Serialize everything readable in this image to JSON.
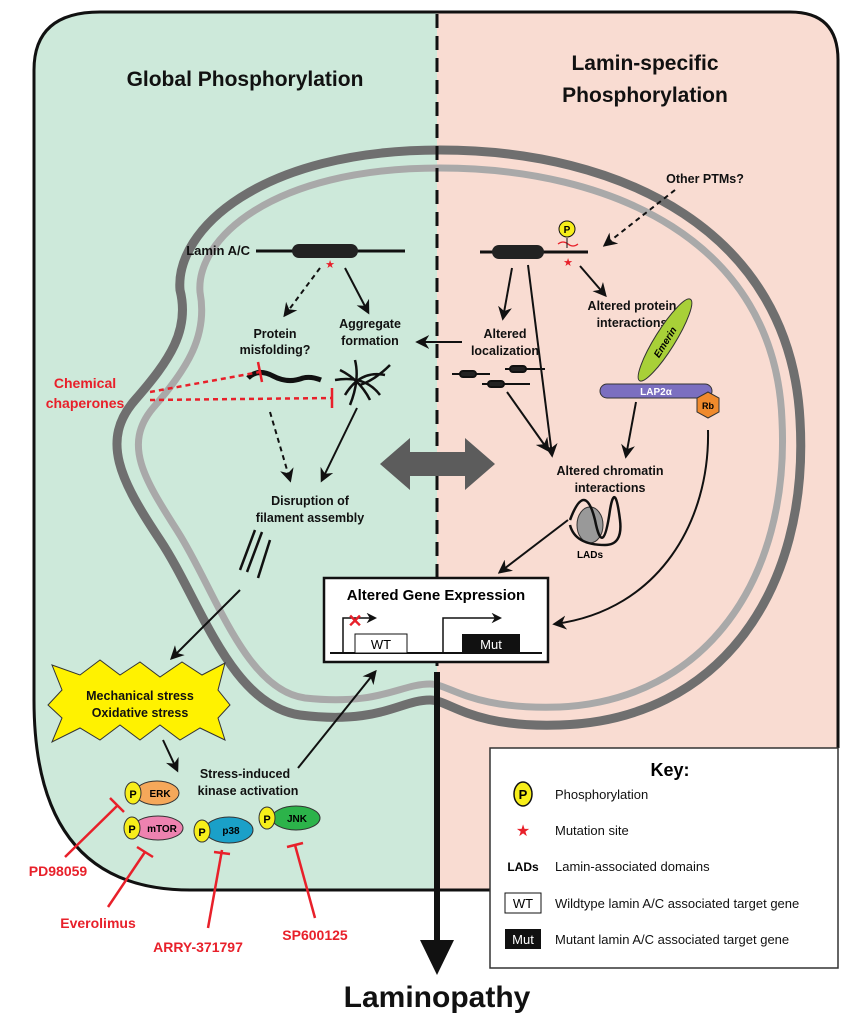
{
  "left_panel": {
    "title": "Global Phosphorylation",
    "color": "#cde9da"
  },
  "right_panel": {
    "title_line1": "Lamin-specific",
    "title_line2": "Phosphorylation",
    "color": "#f9dcd2"
  },
  "labels": {
    "other_ptms": "Other PTMs?",
    "lamin_ac": "Lamin A/C",
    "protein_misfolding_1": "Protein",
    "protein_misfolding_2": "misfolding?",
    "aggregate_1": "Aggregate",
    "aggregate_2": "formation",
    "altered_localization_1": "Altered",
    "altered_localization_2": "localization",
    "altered_protein_1": "Altered protein",
    "altered_protein_2": "interactions",
    "emerin": "Emerin",
    "lap2a": "LAP2α",
    "rb": "Rb",
    "chemical_1": "Chemical",
    "chemical_2": "chaperones",
    "chromatin_1": "Altered chromatin",
    "chromatin_2": "interactions",
    "disruption_1": "Disruption of",
    "disruption_2": "filament assembly",
    "lads": "LADs",
    "gene_expression_title": "Altered Gene Expression",
    "wt": "WT",
    "mut": "Mut",
    "stress_1": "Mechanical stress",
    "stress_2": "Oxidative stress",
    "kinase_1": "Stress-induced",
    "kinase_2": "kinase activation",
    "p": "P",
    "outcome": "Laminopathy"
  },
  "kinases": [
    {
      "name": "ERK",
      "color": "#f5a85a"
    },
    {
      "name": "mTOR",
      "color": "#ee82b0"
    },
    {
      "name": "p38",
      "color": "#1aa0c8"
    },
    {
      "name": "JNK",
      "color": "#2cb34a"
    }
  ],
  "inhibitors": [
    "PD98059",
    "Everolimus",
    "ARRY-371797",
    "SP600125"
  ],
  "key": {
    "title": "Key:",
    "items": [
      {
        "symbol": "P",
        "label": "Phosphorylation"
      },
      {
        "symbol": "★",
        "label": "Mutation site"
      },
      {
        "symbol": "LADs",
        "label": "Lamin-associated domains"
      },
      {
        "symbol": "WT",
        "label": "Wildtype lamin A/C associated target gene"
      },
      {
        "symbol": "Mut",
        "label": "Mutant lamin A/C associated target gene"
      }
    ]
  },
  "colors": {
    "inhibitor": "#e8202a",
    "phospho": "#f7ee1a",
    "stress": "#fff200",
    "emerin": "#a8d038",
    "lap2a": "#7b6fc0",
    "rb": "#f08a2c"
  }
}
